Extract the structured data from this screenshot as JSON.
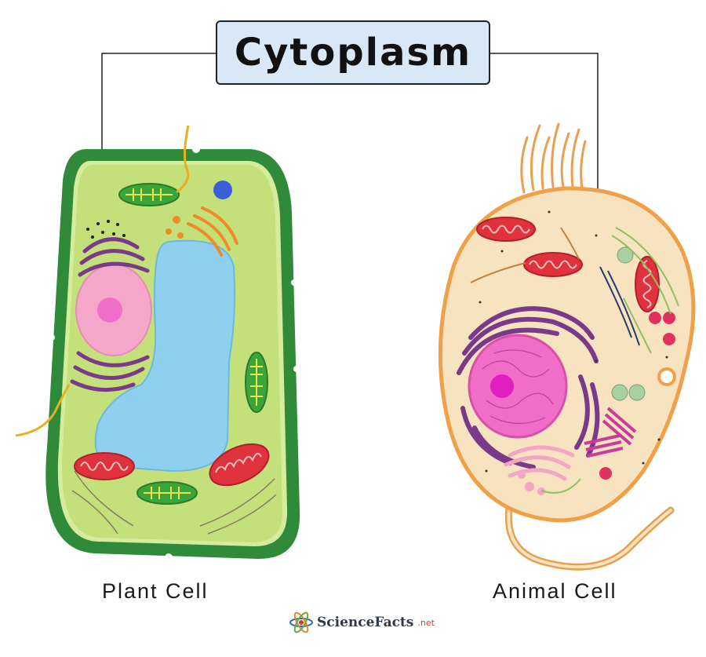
{
  "title": "Cytoplasm",
  "labels": {
    "plant": "Plant Cell",
    "animal": "Animal Cell"
  },
  "logo": {
    "text": "ScienceFacts",
    "suffix": ".net"
  },
  "colors": {
    "title_box": "#d8e8f7",
    "cell_wall": "#2f8a3a",
    "plant_cytoplasm": "#c3e07a",
    "vacuole": "#8fd0ef",
    "nucleus_plant": "#f4a7c9",
    "animal_cytoplasm": "#f7e3c0",
    "animal_membrane": "#f0a048",
    "nucleus_animal": "#f06ec8",
    "er": "#7a3a8a",
    "mitochondria": "#e0323c",
    "chloroplast": "#3aa63a",
    "golgi_plant": "#f08a2a",
    "golgi_animal": "#f2a6c4"
  }
}
